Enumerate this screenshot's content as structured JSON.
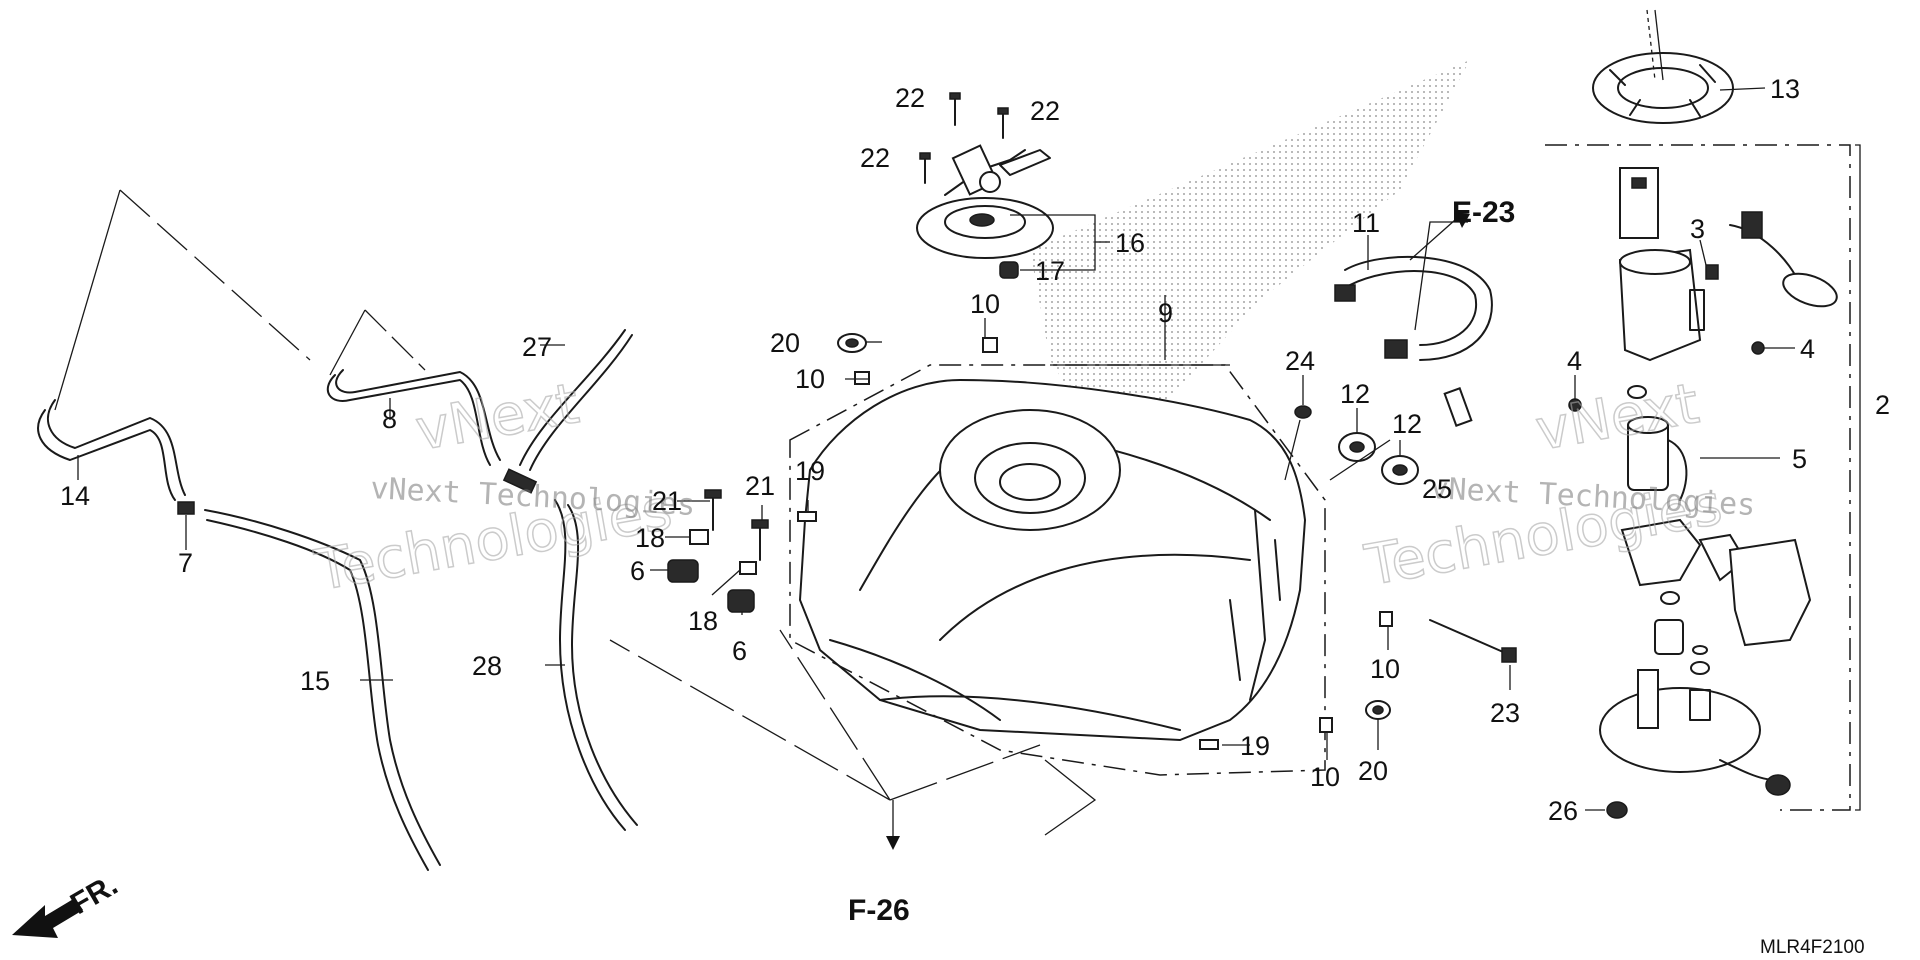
{
  "callouts": {
    "c2": "2",
    "c3": "3",
    "c4a": "4",
    "c4b": "4",
    "c5": "5",
    "c6a": "6",
    "c6b": "6",
    "c7": "7",
    "c8": "8",
    "c9": "9",
    "c10a": "10",
    "c10b": "10",
    "c10c": "10",
    "c10d": "10",
    "c11": "11",
    "c12a": "12",
    "c12b": "12",
    "c13": "13",
    "c14": "14",
    "c15": "15",
    "c16": "16",
    "c17": "17",
    "c18a": "18",
    "c18b": "18",
    "c19a": "19",
    "c19b": "19",
    "c20a": "20",
    "c20b": "20",
    "c21a": "21",
    "c21b": "21",
    "c22a": "22",
    "c22b": "22",
    "c22c": "22",
    "c23": "23",
    "c24": "24",
    "c25": "25",
    "c26": "26",
    "c27": "27",
    "c28": "28"
  },
  "references": {
    "e23": "E-23",
    "f26": "F-26",
    "front": "FR."
  },
  "diagram_code": "MLR4F2100",
  "watermark": {
    "line1": "vNext Technologies",
    "big1": "vNext",
    "big2": "Technologies"
  }
}
